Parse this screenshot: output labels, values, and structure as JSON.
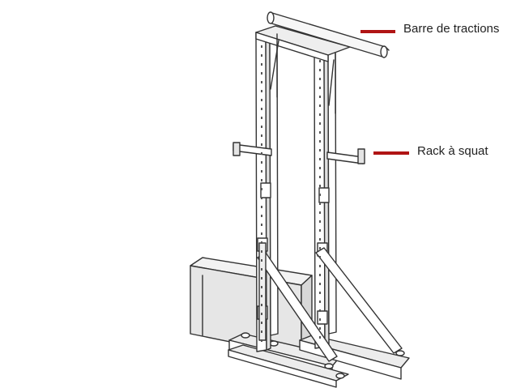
{
  "annotations": [
    {
      "id": "pullup-bar",
      "text": "Barre de tractions"
    },
    {
      "id": "squat-rack",
      "text": "Rack à squat"
    }
  ],
  "colors": {
    "leader_line": "#b01414",
    "outline": "#333333",
    "fill": "#ffffff",
    "shade": "#e6e6e6"
  }
}
